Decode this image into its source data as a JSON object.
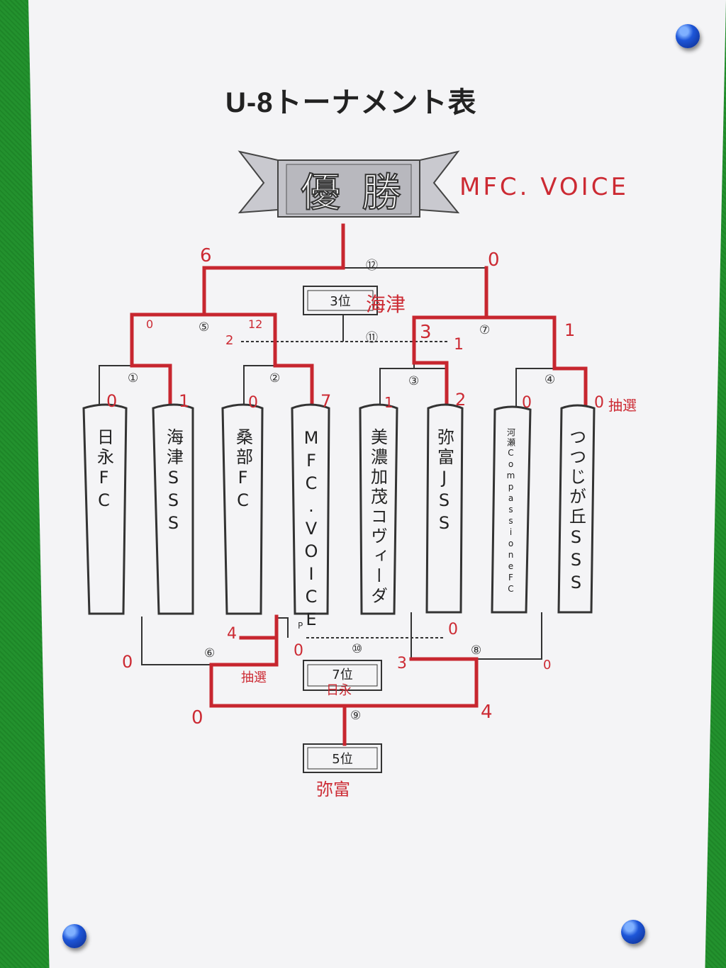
{
  "title": "U-8トーナメント表",
  "winner_banner": {
    "char1": "優",
    "char2": "勝",
    "handwritten_winner": "MFC. VOICE"
  },
  "third_place": {
    "label": "3位",
    "handwritten": "海津"
  },
  "fifth_place": {
    "label": "5位",
    "handwritten": "弥富"
  },
  "seventh_place": {
    "label": "7位",
    "handwritten": "日永"
  },
  "p_mark": "P",
  "match_numbers": {
    "m1": "①",
    "m2": "②",
    "m3": "③",
    "m4": "④",
    "m5": "⑤",
    "m6": "⑥",
    "m7": "⑦",
    "m8": "⑧",
    "m9": "⑨",
    "m10": "⑩",
    "m11": "⑪",
    "m12": "⑫"
  },
  "teams": [
    {
      "name": "日永FC"
    },
    {
      "name": "海津SSS"
    },
    {
      "name": "桑部FC"
    },
    {
      "name": "MFC.VOICE"
    },
    {
      "name": "美濃加茂コヴィーダ"
    },
    {
      "name": "弥富JSS"
    },
    {
      "name": "河瀬CompassioneFC"
    },
    {
      "name": "つつじが丘SSS"
    }
  ],
  "scores": {
    "r1_m1_left": "0",
    "r1_m1_right": "1",
    "r1_m2_left": "0",
    "r1_m2_right": "7",
    "r1_m3_left": "1",
    "r1_m3_right": "2",
    "r1_m4_left": "0",
    "r1_m4_right": "0",
    "r1_m4_note": "抽選",
    "semi5_left": "0",
    "semi5_right": "12",
    "semi7_left": "3",
    "semi7_right": "1",
    "third_left": "2",
    "third_right": "1",
    "final_left": "6",
    "final_right": "0",
    "m6_left": "0",
    "m6_right": "4",
    "m6_note": "抽選",
    "m8_left": "3",
    "m8_right": "0",
    "m10_left": "0",
    "m10_right": "0",
    "m9_left": "0",
    "m9_right": "4",
    "m8_outer": "0"
  }
}
